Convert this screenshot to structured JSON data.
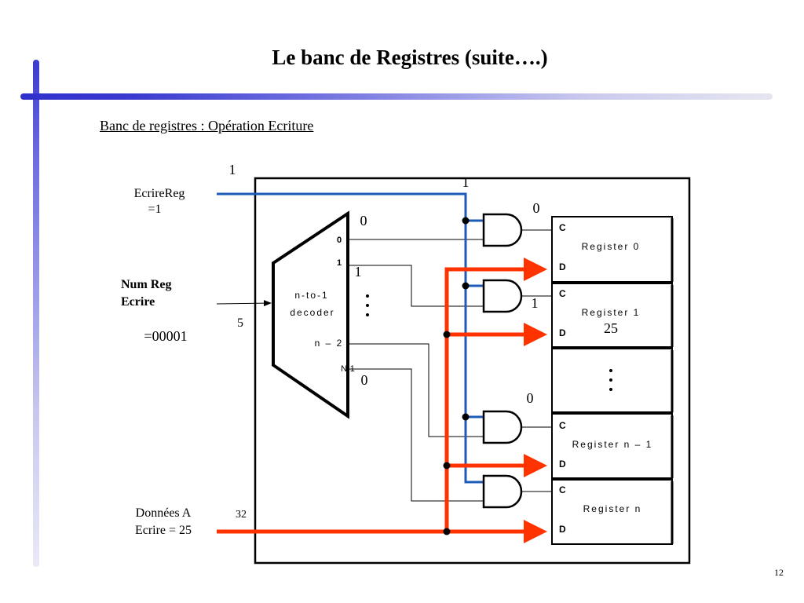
{
  "slide": {
    "title": "Le banc de Registres (suite….)",
    "subtitle": "Banc de registres : Opération Ecriture",
    "page_number": "12"
  },
  "inputs": {
    "write_enable_label": "EcrireReg",
    "write_enable_value": "=1",
    "reg_num_label_line1": "Num Reg",
    "reg_num_label_line2": "Ecrire",
    "reg_num_bits": "5",
    "reg_num_value": "=00001",
    "data_label_line1": "Données A",
    "data_label_line2": "Ecrire = 25",
    "data_bits": "32"
  },
  "decoder": {
    "label_line1": "n-to-1",
    "label_line2": "decoder",
    "out0": "0",
    "out1": "1",
    "out_n2": "n – 2",
    "out_n1": "N-1",
    "dots": "·\n·\n·"
  },
  "registers": [
    {
      "name": "Register 0",
      "c_label": "C",
      "d_label": "D",
      "value": ""
    },
    {
      "name": "Register 1",
      "c_label": "C",
      "d_label": "D",
      "value": "25"
    },
    {
      "name": "Register n – 1",
      "c_label": "C",
      "d_label": "D",
      "value": ""
    },
    {
      "name": "Register n",
      "c_label": "C",
      "d_label": "D",
      "value": ""
    }
  ],
  "register_dots": "·\n·\n·",
  "signal_values": {
    "enable_in": "1",
    "enable_bus": "1",
    "dec_out0": "0",
    "dec_out1": "1",
    "dec_out_n1": "0",
    "gate0_out": "0",
    "gate1_out": "1",
    "gate_n1_out": "0"
  },
  "colors": {
    "enable_wire": "#1c5bb8",
    "data_wire": "#ff3300",
    "accent_bar": "#3a3ad0"
  }
}
